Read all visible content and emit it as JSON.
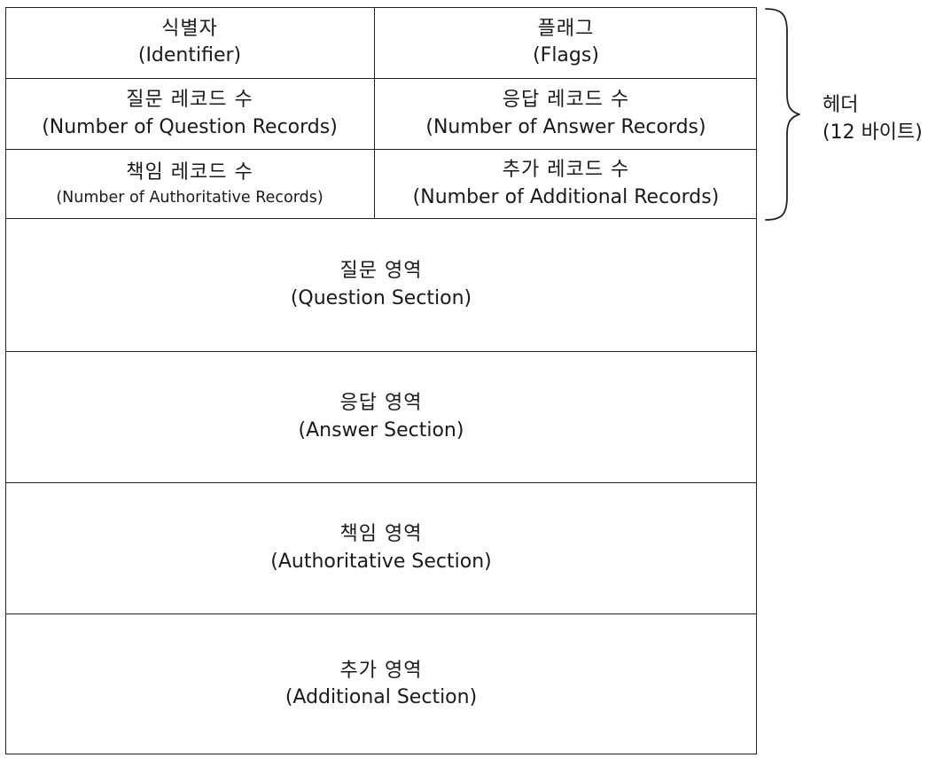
{
  "header_rows": [
    {
      "left": {
        "ko": "식별자",
        "en": "(Identifier)"
      },
      "right": {
        "ko": "플래그",
        "en": "(Flags)"
      }
    },
    {
      "left": {
        "ko": "질문 레코드 수",
        "en": "(Number of Question Records)"
      },
      "right": {
        "ko": "응답 레코드 수",
        "en": "(Number of Answer Records)"
      }
    },
    {
      "left": {
        "ko": "책임 레코드 수",
        "en": "(Number of Authoritative Records)"
      },
      "right": {
        "ko": "추가 레코드 수",
        "en": "(Number of Additional Records)"
      }
    }
  ],
  "sections": [
    {
      "ko": "질문 영역",
      "en": "(Question Section)"
    },
    {
      "ko": "응답 영역",
      "en": "(Answer Section)"
    },
    {
      "ko": "책임 영역",
      "en": "(Authoritative Section)"
    },
    {
      "ko": "추가 영역",
      "en": "(Additional Section)"
    }
  ],
  "header_brace": {
    "label_line1": "헤더",
    "label_line2": "(12 바이트)"
  }
}
